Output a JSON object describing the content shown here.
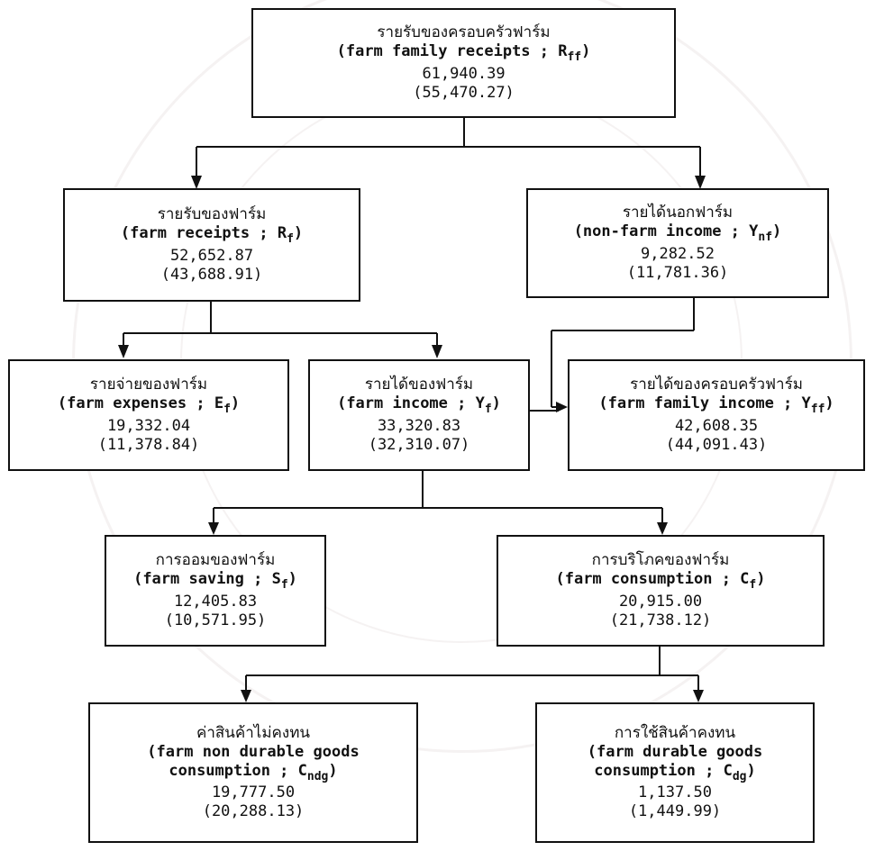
{
  "nodes": {
    "rff": {
      "thai": "รายรับของครอบครัวฟาร์ม",
      "en": "(farm family receipts ; R",
      "sub": "ff",
      "value": "61,940.39",
      "paren": "(55,470.27)"
    },
    "rf": {
      "thai": "รายรับของฟาร์ม",
      "en": "(farm receipts ; R",
      "sub": "f",
      "value": "52,652.87",
      "paren": "(43,688.91)"
    },
    "ynf": {
      "thai": "รายได้นอกฟาร์ม",
      "en": "(non-farm income ; Y",
      "sub": "nf",
      "value": "9,282.52",
      "paren": "(11,781.36)"
    },
    "ef": {
      "thai": "รายจ่ายของฟาร์ม",
      "en": "(farm expenses ; E",
      "sub": "f",
      "value": "19,332.04",
      "paren": "(11,378.84)"
    },
    "yf": {
      "thai": "รายได้ของฟาร์ม",
      "en": "(farm income ; Y",
      "sub": "f",
      "value": "33,320.83",
      "paren": "(32,310.07)"
    },
    "yff": {
      "thai": "รายได้ของครอบครัวฟาร์ม",
      "en": "(farm family income ; Y",
      "sub": "ff",
      "value": "42,608.35",
      "paren": "(44,091.43)"
    },
    "sf": {
      "thai": "การออมของฟาร์ม",
      "en": "(farm saving ; S",
      "sub": "f",
      "value": "12,405.83",
      "paren": "(10,571.95)"
    },
    "cf": {
      "thai": "การบริโภคของฟาร์ม",
      "en": "(farm consumption ; C",
      "sub": "f",
      "value": "20,915.00",
      "paren": "(21,738.12)"
    },
    "cndg": {
      "thai": "ค่าสินค้าไม่คงทน",
      "en": "(farm non durable goods\nconsumption ; C",
      "sub": "ndg",
      "value": "19,777.50",
      "paren": "(20,288.13)"
    },
    "cdg": {
      "thai": "การใช้สินค้าคงทน",
      "en": "(farm durable goods\nconsumption ; C",
      "sub": "dg",
      "value": "1,137.50",
      "paren": "(1,449.99)"
    }
  }
}
